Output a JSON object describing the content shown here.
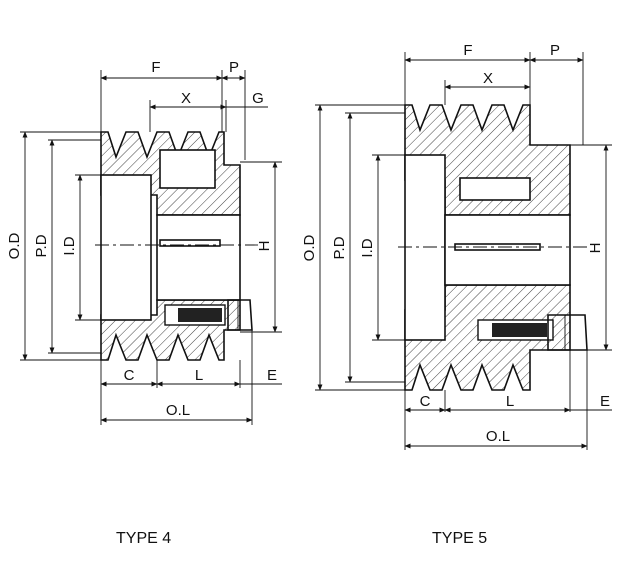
{
  "captions": {
    "type4": "TYPE 4",
    "type5": "TYPE 5"
  },
  "type4": {
    "dims": {
      "F": "F",
      "P": "P",
      "X": "X",
      "G": "G",
      "OD": "O.D",
      "PD": "P.D",
      "ID": "I.D",
      "H": "H",
      "C": "C",
      "L": "L",
      "E": "E",
      "OL": "O.L"
    }
  },
  "type5": {
    "dims": {
      "F": "F",
      "P": "P",
      "X": "X",
      "OD": "O.D",
      "PD": "P.D",
      "ID": "I.D",
      "H": "H",
      "C": "C",
      "L": "L",
      "E": "E",
      "OL": "O.L"
    }
  },
  "colors": {
    "line": "#111111",
    "background": "#ffffff"
  }
}
